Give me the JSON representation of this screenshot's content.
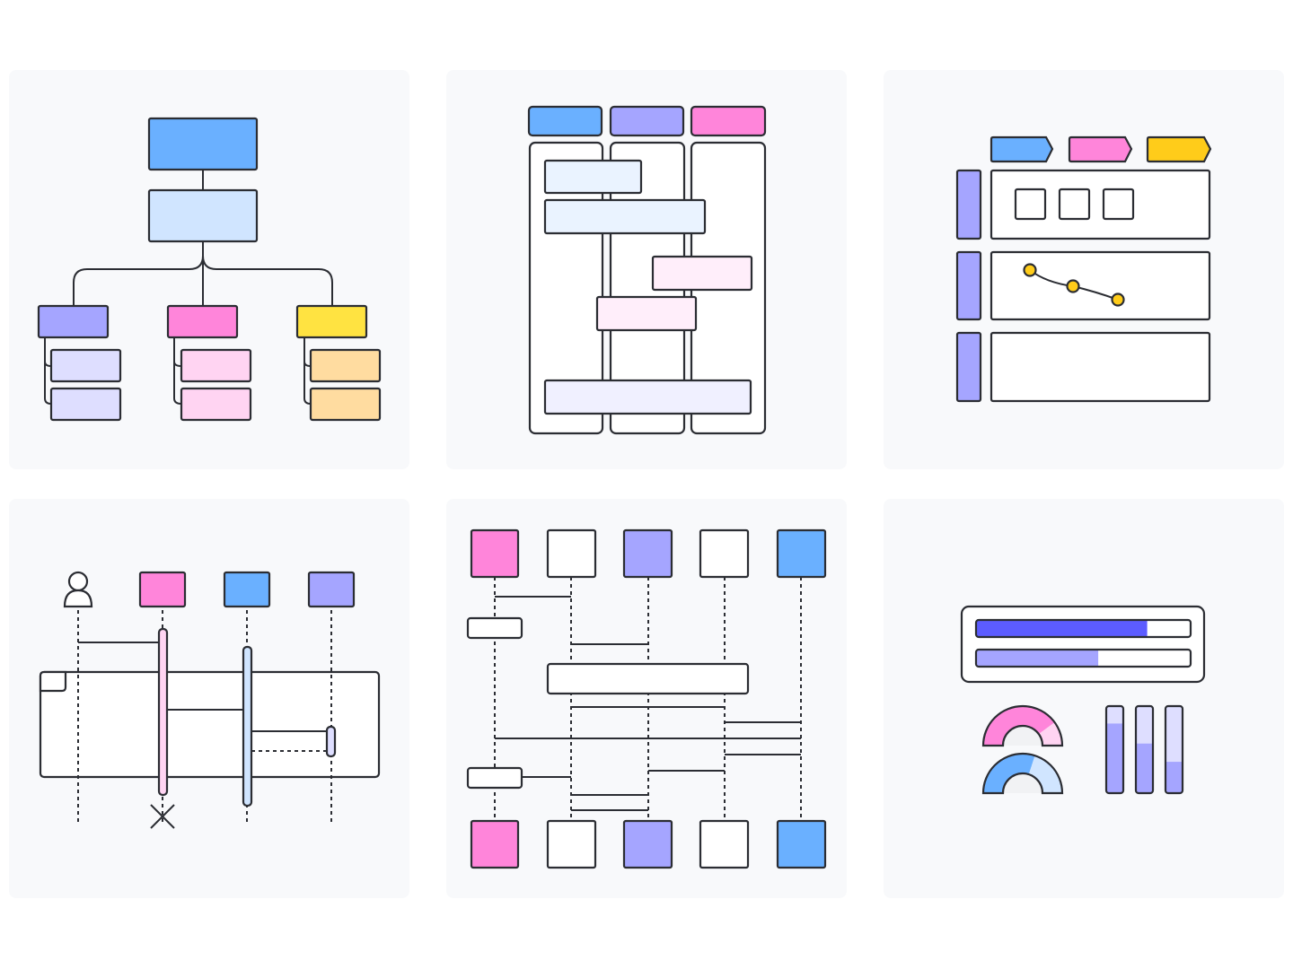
{
  "palette": {
    "panel_bg": "#f8f9fb",
    "stroke": "#2b2d33",
    "white": "#ffffff",
    "blue": "#6ab0ff",
    "blue_light": "#d0e5ff",
    "blue_pale": "#eaf3ff",
    "purple": "#a5a5ff",
    "purple_light": "#dedeff",
    "purple_pale": "#f0f0ff",
    "indigo": "#5c5cff",
    "pink": "#ff85da",
    "pink_light": "#ffd4f2",
    "pink_pale": "#ffeefa",
    "yellow": "#ffe341",
    "gold": "#ffcc1a",
    "orange_light": "#ffdca0",
    "gauge_inner": "#f1f2f4"
  },
  "dashboard": {
    "progress_bars": [
      0.8,
      0.57
    ],
    "gauges": [
      0.8,
      0.6
    ],
    "vertical_bars": [
      0.8,
      0.57,
      0.36
    ]
  }
}
